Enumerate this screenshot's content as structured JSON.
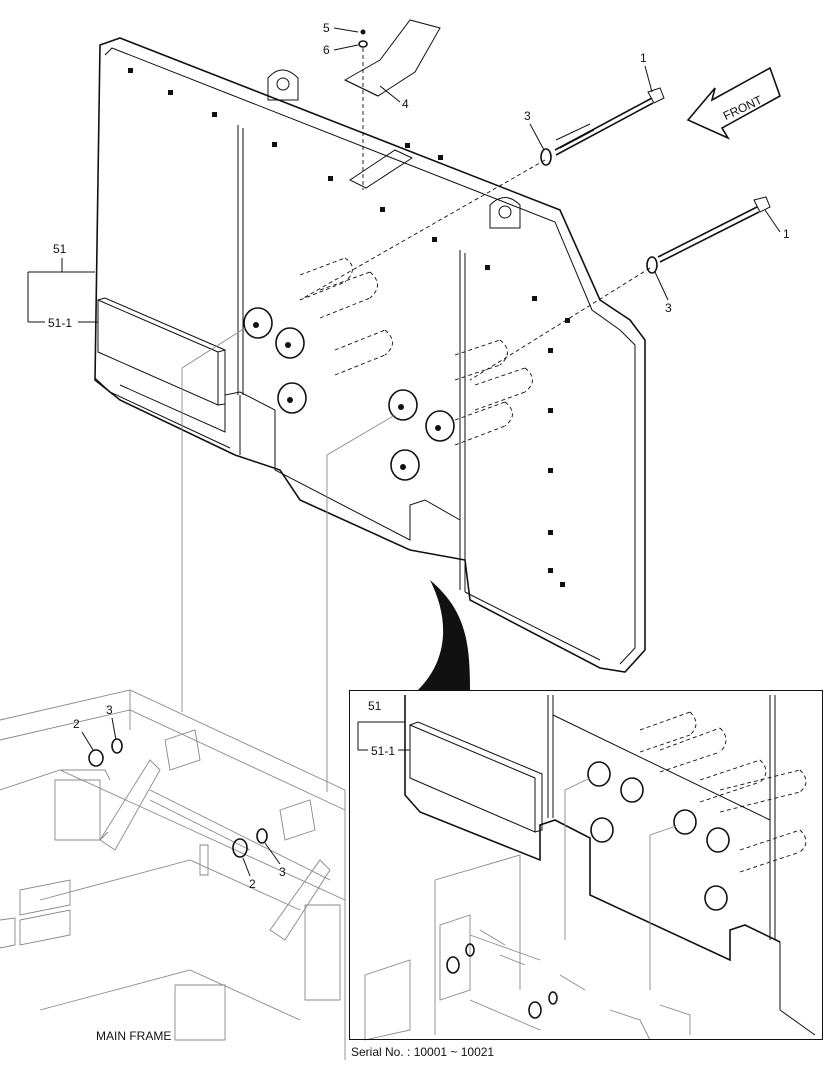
{
  "callouts": {
    "c1_top": "1",
    "c1_mid": "1",
    "c2_left": "2",
    "c2_mid": "2",
    "c3_top": "3",
    "c3_mid": "3",
    "c3_left": "3",
    "c3_low": "3",
    "c4": "4",
    "c5": "5",
    "c6": "6",
    "c51": "51",
    "c51_1": "51-1",
    "inset_c51": "51",
    "inset_c51_1": "51-1"
  },
  "front_arrow_label": "FRONT",
  "main_frame_label": "MAIN FRAME",
  "serial_note": "Serial No. : 10001 ~ 10021",
  "icons": {
    "front": "front-arrow-icon",
    "curved": "curved-arrow-icon"
  }
}
